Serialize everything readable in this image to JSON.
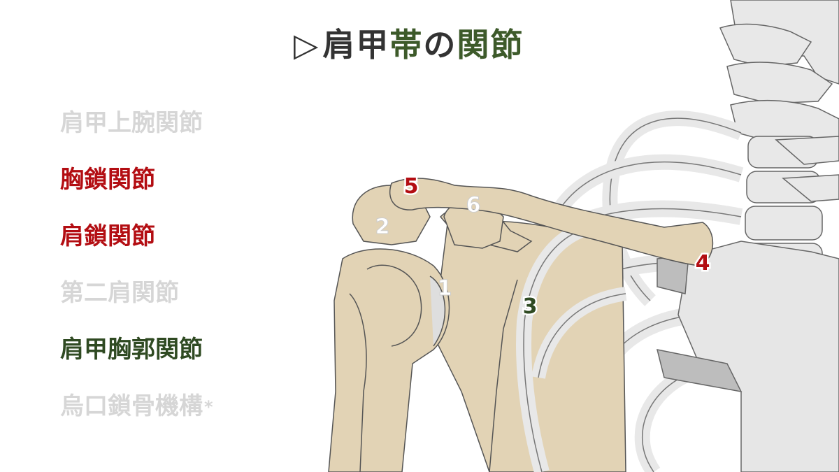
{
  "title": {
    "triangle": "▷",
    "part1": "肩甲",
    "part2": "帯",
    "part3": "の",
    "part4": "関節"
  },
  "joints": [
    {
      "label": "肩甲上腕関節",
      "status": "gray"
    },
    {
      "label": "胸鎖関節",
      "status": "red"
    },
    {
      "label": "肩鎖関節",
      "status": "red"
    },
    {
      "label": "第二肩関節",
      "status": "gray"
    },
    {
      "label": "肩甲胸郭関節",
      "status": "green"
    },
    {
      "label": "烏口鎖骨機構",
      "status": "gray",
      "suffix": "*"
    }
  ],
  "markers": {
    "m1": "1",
    "m2": "2",
    "m3": "3",
    "m4": "4",
    "m5": "5",
    "m6": "6"
  },
  "colors": {
    "red": "#b30d12",
    "green": "#2f4a22",
    "gray": "#d6d6d6",
    "bone": "#e2d3b5",
    "bone_gray": "#e6e6e6"
  }
}
